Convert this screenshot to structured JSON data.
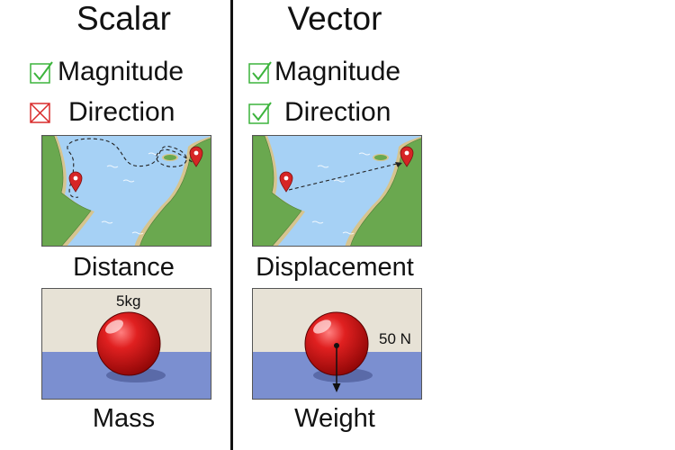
{
  "scalar": {
    "heading": "Scalar",
    "properties": [
      {
        "label": "Magnitude",
        "status": "check"
      },
      {
        "label": "Direction",
        "status": "cross"
      }
    ],
    "examples": [
      {
        "caption": "Distance",
        "icon": "map-curved-path"
      },
      {
        "caption": "Mass",
        "icon": "ball-on-surface",
        "value": "5kg"
      }
    ]
  },
  "vector": {
    "heading": "Vector",
    "properties": [
      {
        "label": "Magnitude",
        "status": "check"
      },
      {
        "label": "Direction",
        "status": "check"
      }
    ],
    "examples": [
      {
        "caption": "Displacement",
        "icon": "map-straight-arrow"
      },
      {
        "caption": "Weight",
        "icon": "ball-with-force-arrow",
        "value": "50 N"
      }
    ]
  },
  "colors": {
    "check": "#3cb43c",
    "cross": "#d92b2b",
    "water": "#a6d1f5",
    "land": "#6aa84f",
    "ball": "#cc1414",
    "floor": "#7b8fd0",
    "wall": "#e7e2d6"
  }
}
